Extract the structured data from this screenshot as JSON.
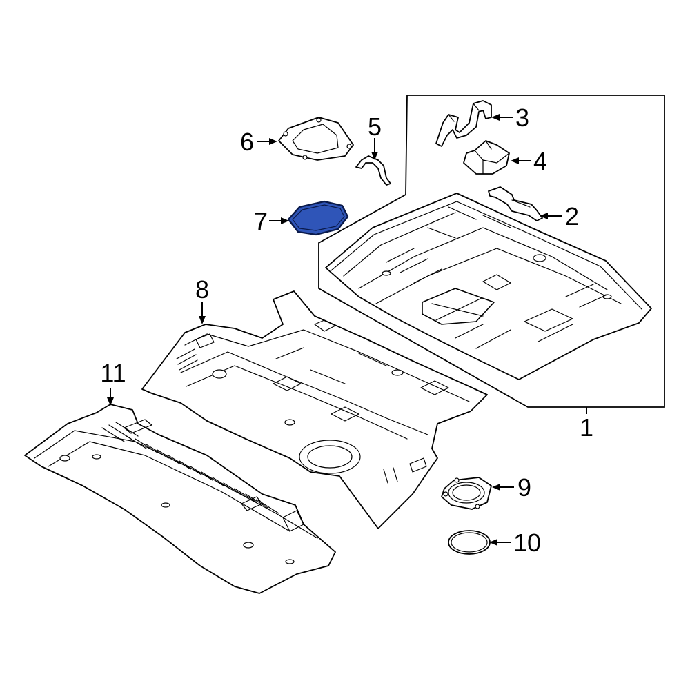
{
  "diagram": {
    "colors": {
      "line": "#000000",
      "background": "#ffffff",
      "highlight_fill": "#2f55b8",
      "highlight_stroke": "#0a1a4a"
    },
    "highlighted_part": "7",
    "callouts": {
      "c1": "1",
      "c2": "2",
      "c3": "3",
      "c4": "4",
      "c5": "5",
      "c6": "6",
      "c7": "7",
      "c8": "8",
      "c9": "9",
      "c10": "10",
      "c11": "11"
    }
  }
}
